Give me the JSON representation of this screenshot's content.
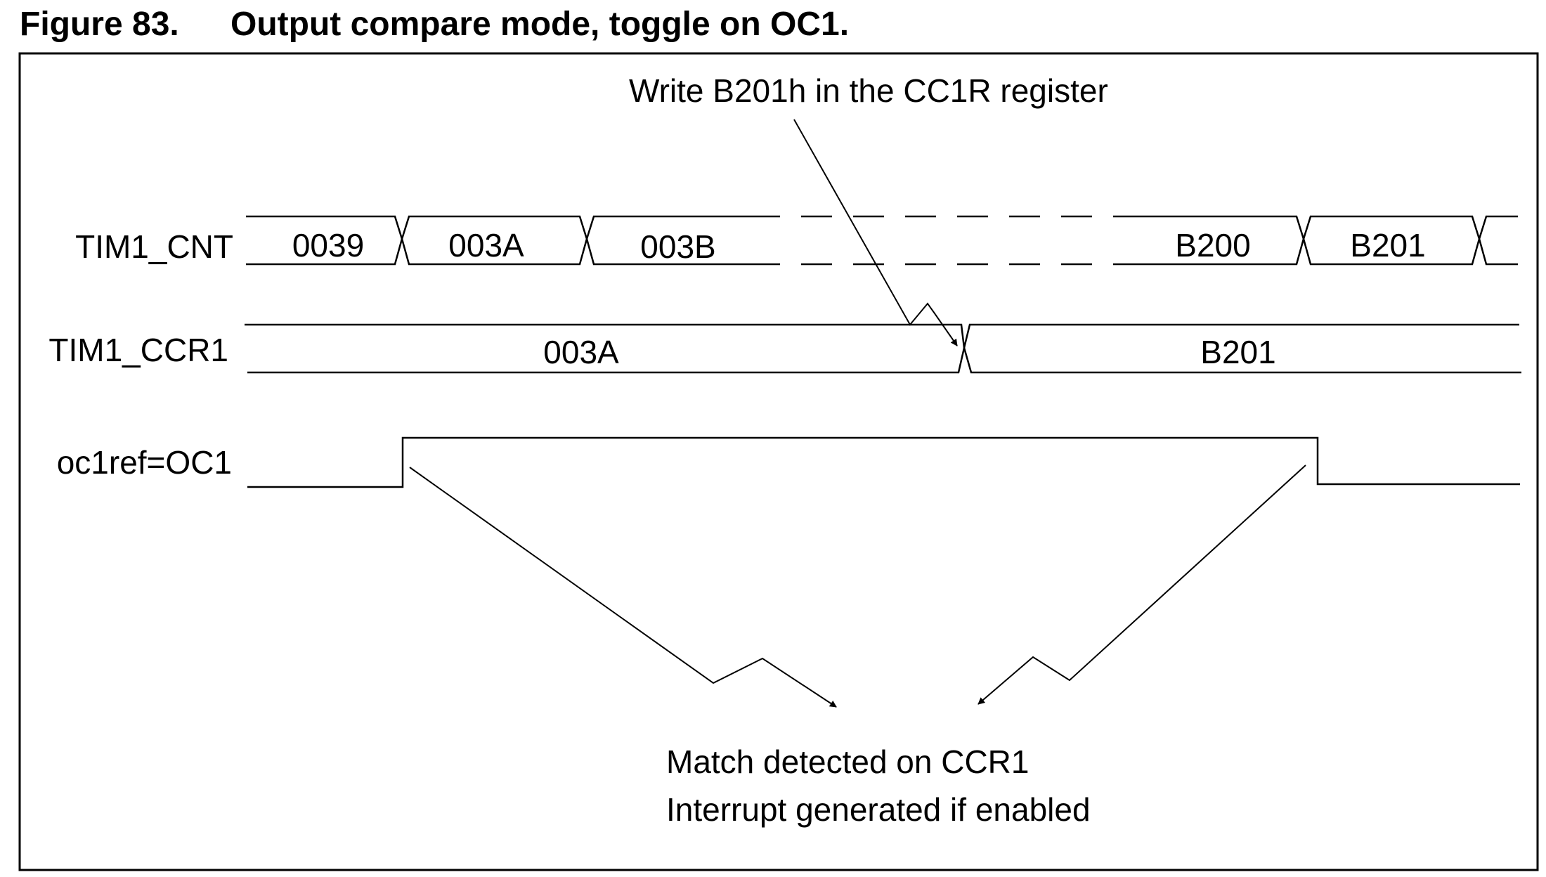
{
  "figure": {
    "number": "Figure 83.",
    "caption": "Output compare mode, toggle on OC1."
  },
  "signals": {
    "cnt": "TIM1_CNT",
    "ccr": "TIM1_CCR1",
    "oc": "oc1ref=OC1"
  },
  "cnt_values": [
    "0039",
    "003A",
    "003B",
    "B200",
    "B201"
  ],
  "ccr_values": [
    "003A",
    "B201"
  ],
  "annotations": {
    "write": "Write B201h in the CC1R register",
    "match_line1": "Match detected on CCR1",
    "match_line2": "Interrupt generated if enabled"
  }
}
